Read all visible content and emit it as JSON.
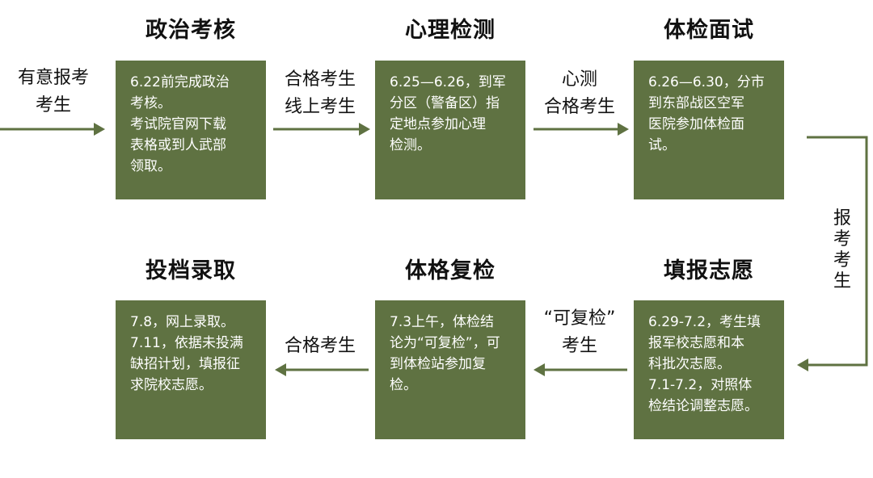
{
  "stages": [
    {
      "title": "政治考核",
      "desc_lines": "6.22前完成政治\n考核。\n考试院官网下载\n表格或到人武部\n领取。"
    },
    {
      "title": "心理检测",
      "desc_lines": "6.25—6.26，到军\n分区（警备区）指\n定地点参加心理\n检测。"
    },
    {
      "title": "体检面试",
      "desc_lines": "6.26—6.30，分市\n到东部战区空军\n医院参加体检面\n试。"
    },
    {
      "title": "填报志愿",
      "desc_lines": "6.29-7.2，考生填\n报军校志愿和本\n科批次志愿。\n7.1-7.2，对照体\n检结论调整志愿。"
    },
    {
      "title": "体格复检",
      "desc_lines": "7.3上午，体检结\n论为“可复检”，可\n到体检站参加复\n检。"
    },
    {
      "title": "投档录取",
      "desc_lines": "7.8，网上录取。\n7.11，依据未投满\n缺招计划，填报征\n求院校志愿。"
    }
  ],
  "connectors": {
    "start": "有意报考\n考生",
    "c1": "合格考生\n线上考生",
    "c2": "心测\n合格考生",
    "c3": "报\n考\n考\n生",
    "c4": "“可复检”\n考生",
    "c5": "合格考生"
  },
  "colors": {
    "box": "#5f7242",
    "arrow": "#5f7242"
  }
}
